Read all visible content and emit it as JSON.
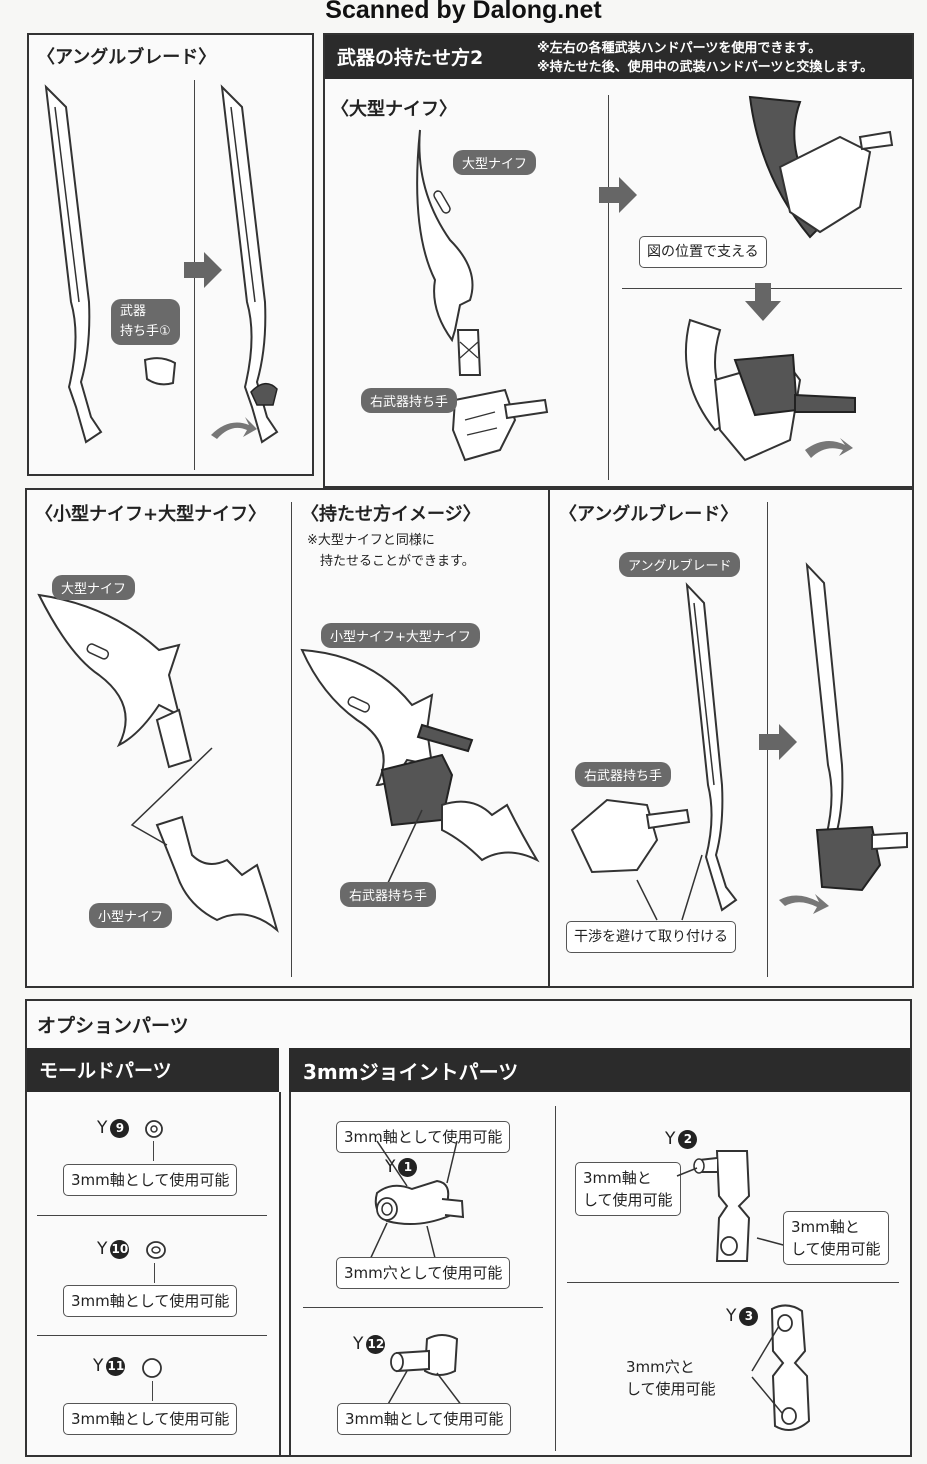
{
  "watermark": "Scanned by Dalong.net",
  "panel_angle_blade_1": {
    "title": "〈アングルブレード〉",
    "label_hand": "武器\n持ち手①"
  },
  "panel_weapon_hold_2": {
    "header": "武器の持たせ方2",
    "note1": "※左右の各種武装ハンドパーツを使用できます。",
    "note2": "※持たせた後、使用中の武装ハンドパーツと交換します。",
    "subtitle": "〈大型ナイフ〉",
    "label_large_knife": "大型ナイフ",
    "label_right_hand": "右武器持ち手",
    "label_support": "図の位置で支える"
  },
  "panel_small_large": {
    "title": "〈小型ナイフ+大型ナイフ〉",
    "label_large_knife": "大型ナイフ",
    "label_small_knife": "小型ナイフ"
  },
  "panel_image": {
    "title": "〈持たせ方イメージ〉",
    "note": "※大型ナイフと同様に\n　持たせることができます。",
    "label_combo": "小型ナイフ+大型ナイフ",
    "label_right_hand": "右武器持ち手"
  },
  "panel_angle_blade_2": {
    "title": "〈アングルブレード〉",
    "label_blade": "アングルブレード",
    "label_right_hand": "右武器持ち手",
    "label_avoid": "干渉を避けて取り付ける"
  },
  "options": {
    "title": "オプションパーツ",
    "mold_header": "モールドパーツ",
    "joint_header": "3mmジョイントパーツ",
    "mold_items": [
      {
        "code": "Y",
        "num": "9",
        "text": "3mm軸として使用可能"
      },
      {
        "code": "Y",
        "num": "10",
        "text": "3mm軸として使用可能"
      },
      {
        "code": "Y",
        "num": "11",
        "text": "3mm軸として使用可能"
      }
    ],
    "y1": {
      "code": "Y",
      "num": "1",
      "top": "3mm軸として使用可能",
      "bottom": "3mm穴として使用可能"
    },
    "y12": {
      "code": "Y",
      "num": "12",
      "text": "3mm軸として使用可能"
    },
    "y2": {
      "code": "Y",
      "num": "2",
      "left": "3mm軸と\nして使用可能",
      "right": "3mm軸と\nして使用可能"
    },
    "y3": {
      "code": "Y",
      "num": "3",
      "text": "3mm穴と\nして使用可能"
    }
  }
}
